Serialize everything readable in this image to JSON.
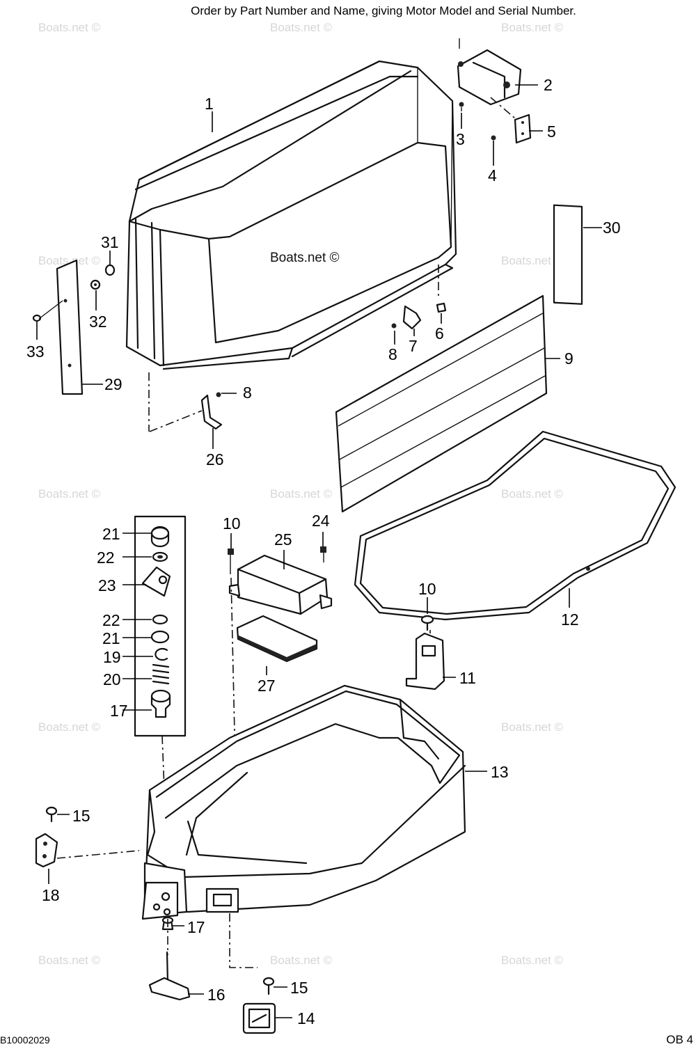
{
  "header": {
    "instruction": "Order by Part Number and Name, giving Motor Model and Serial Number."
  },
  "footer": {
    "diagram_code": "B10002029",
    "section_code": "OB 4"
  },
  "watermark": {
    "text": "Boats.net ©"
  },
  "callouts": [
    {
      "id": "c1",
      "label": "1"
    },
    {
      "id": "c2",
      "label": "2"
    },
    {
      "id": "c3",
      "label": "3"
    },
    {
      "id": "c4",
      "label": "4"
    },
    {
      "id": "c5",
      "label": "5"
    },
    {
      "id": "c6",
      "label": "6"
    },
    {
      "id": "c7",
      "label": "7"
    },
    {
      "id": "c8a",
      "label": "8"
    },
    {
      "id": "c8b",
      "label": "8"
    },
    {
      "id": "c9",
      "label": "9"
    },
    {
      "id": "c10a",
      "label": "10"
    },
    {
      "id": "c10b",
      "label": "10"
    },
    {
      "id": "c11",
      "label": "11"
    },
    {
      "id": "c12",
      "label": "12"
    },
    {
      "id": "c13",
      "label": "13"
    },
    {
      "id": "c14",
      "label": "14"
    },
    {
      "id": "c15a",
      "label": "15"
    },
    {
      "id": "c15b",
      "label": "15"
    },
    {
      "id": "c16",
      "label": "16"
    },
    {
      "id": "c17a",
      "label": "17"
    },
    {
      "id": "c17b",
      "label": "17"
    },
    {
      "id": "c18",
      "label": "18"
    },
    {
      "id": "c19",
      "label": "19"
    },
    {
      "id": "c20",
      "label": "20"
    },
    {
      "id": "c21a",
      "label": "21"
    },
    {
      "id": "c21b",
      "label": "21"
    },
    {
      "id": "c22a",
      "label": "22"
    },
    {
      "id": "c22b",
      "label": "22"
    },
    {
      "id": "c23",
      "label": "23"
    },
    {
      "id": "c24",
      "label": "24"
    },
    {
      "id": "c25",
      "label": "25"
    },
    {
      "id": "c26",
      "label": "26"
    },
    {
      "id": "c27",
      "label": "27"
    },
    {
      "id": "c29",
      "label": "29"
    },
    {
      "id": "c30",
      "label": "30"
    },
    {
      "id": "c31",
      "label": "31"
    },
    {
      "id": "c32",
      "label": "32"
    },
    {
      "id": "c33",
      "label": "33"
    }
  ]
}
